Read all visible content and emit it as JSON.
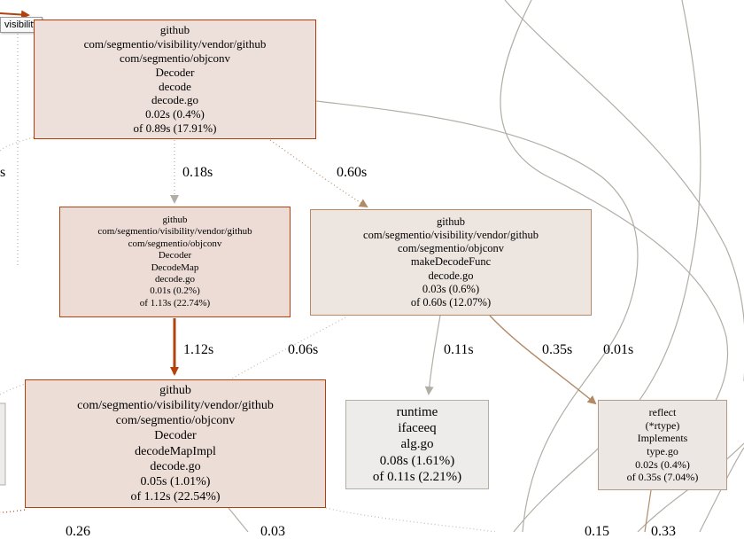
{
  "tooltip": {
    "text": "visibility"
  },
  "nodes": {
    "decoder_decode": {
      "lines": [
        "github",
        "com/segmentio/visibility/vendor/github",
        "com/segmentio/objconv",
        "Decoder",
        "decode",
        "decode.go",
        "0.02s (0.4%)",
        "of 0.89s (17.91%)"
      ],
      "fill": "#eddfda",
      "border": "#b23b0c"
    },
    "decoder_decodemap": {
      "lines": [
        "github",
        "com/segmentio/visibility/vendor/github",
        "com/segmentio/objconv",
        "Decoder",
        "DecodeMap",
        "decode.go",
        "0.01s (0.2%)",
        "of 1.13s (22.74%)"
      ],
      "fill": "#eddcd6",
      "border": "#b2410c"
    },
    "makedecodefunc": {
      "lines": [
        "github",
        "com/segmentio/visibility/vendor/github",
        "com/segmentio/objconv",
        "makeDecodeFunc",
        "decode.go",
        "0.03s (0.6%)",
        "of 0.60s (12.07%)"
      ],
      "fill": "#ede5e0",
      "border": "#b28a66"
    },
    "decoder_decodemapimpl": {
      "lines": [
        "github",
        "com/segmentio/visibility/vendor/github",
        "com/segmentio/objconv",
        "Decoder",
        "decodeMapImpl",
        "decode.go",
        "0.05s (1.01%)",
        "of 1.12s (22.54%)"
      ],
      "fill": "#edddd7",
      "border": "#b2400d"
    },
    "runtime_ifaceeq": {
      "lines": [
        "runtime",
        "ifaceeq",
        "alg.go",
        "0.08s (1.61%)",
        "of 0.11s (2.21%)"
      ],
      "fill": "#edecea",
      "border": "#b2aea6"
    },
    "reflect_implements": {
      "lines": [
        "reflect",
        "(*rtype)",
        "Implements",
        "type.go",
        "0.02s (0.4%)",
        "of 0.35s (7.04%)"
      ],
      "fill": "#ede7e3",
      "border": "#b29a86"
    }
  },
  "edges": {
    "e_decode_decodemap": "0.18s",
    "e_decode_makedecodefunc": "0.60s",
    "e_decodemap_decodemapimpl": "1.12s",
    "e_to_decodemapimpl": "0.06s",
    "e_makedecodefunc_ifaceeq": "0.11s",
    "e_makedecodefunc_implements": "0.35s",
    "e_right_001": "0.01s",
    "e_left_partial": "s",
    "e_bottom_1": "0.26",
    "e_bottom_2": "0.03",
    "e_bottom_3": "0.15",
    "e_bottom_4": "0.33"
  },
  "colors": {
    "hot_edge": "#b2410c",
    "warm_edge": "#b28a66",
    "cool_edge": "#b2aea6",
    "faint_edge": "#c8b6aa"
  }
}
